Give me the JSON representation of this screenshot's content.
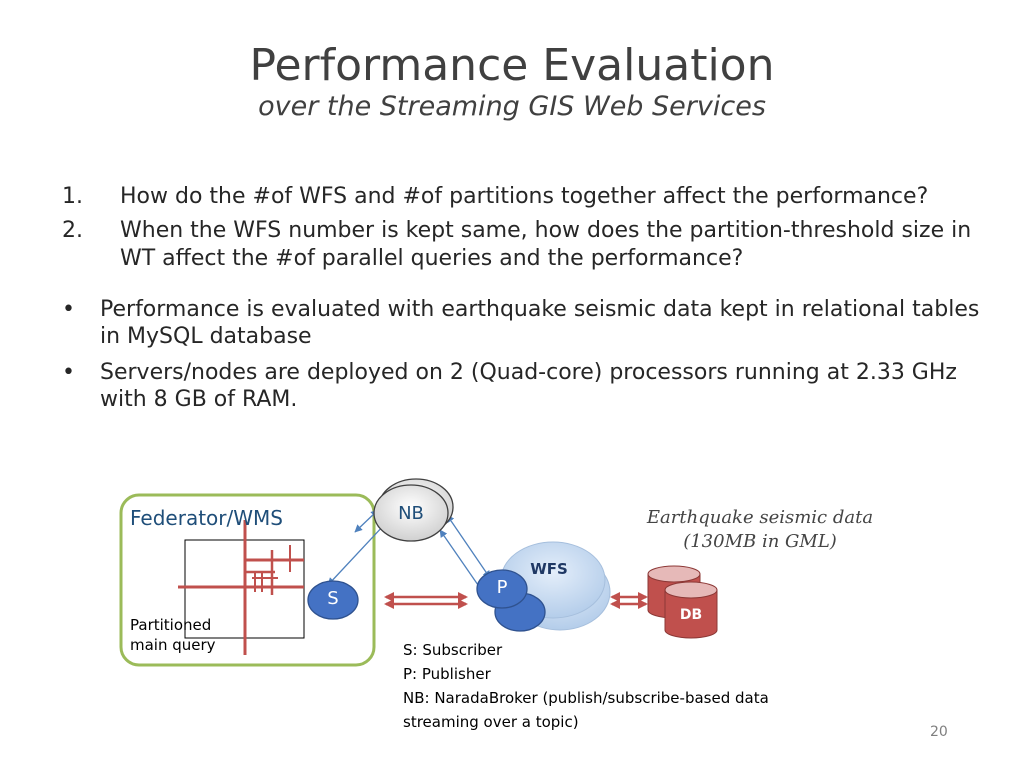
{
  "slide": {
    "title": "Performance Evaluation",
    "subtitle": "over the Streaming GIS Web Services",
    "questions": [
      {
        "num": "1.",
        "text": "How do the #of WFS and #of partitions together affect the performance?"
      },
      {
        "num": "2.",
        "text": "When the WFS number is kept same, how does the partition-threshold size in WT affect the #of parallel queries and the performance?"
      }
    ],
    "bullets": [
      {
        "dot": "•",
        "text": "Performance is evaluated with earthquake seismic data kept in relational tables in MySQL database"
      },
      {
        "dot": "•",
        "text": "Servers/nodes are deployed on 2 (Quad-core) processors running at 2.33 GHz with 8 GB of RAM."
      }
    ],
    "page_number": "20"
  },
  "diagram": {
    "federator_label": "Federator/WMS",
    "partition_label": "Partitioned\nmain query",
    "nb_label": "NB",
    "s_label": "S",
    "p_label": "P",
    "wfs_label": "WFS",
    "db_label": "DB",
    "data_label": "Earthquake seismic data\n(130MB in GML)",
    "legend": [
      "S: Subscriber",
      "P: Publisher",
      "NB: NaradaBroker (publish/subscribe-based data",
      "streaming over a topic)"
    ],
    "colors": {
      "federator_border": "#9bbb59",
      "node_blue": "#4472c4",
      "db_red": "#c0504d",
      "arrow_blue": "#4f81bd",
      "arrow_red": "#c0504d",
      "wfs_cloud": "#c6d9f1"
    }
  }
}
